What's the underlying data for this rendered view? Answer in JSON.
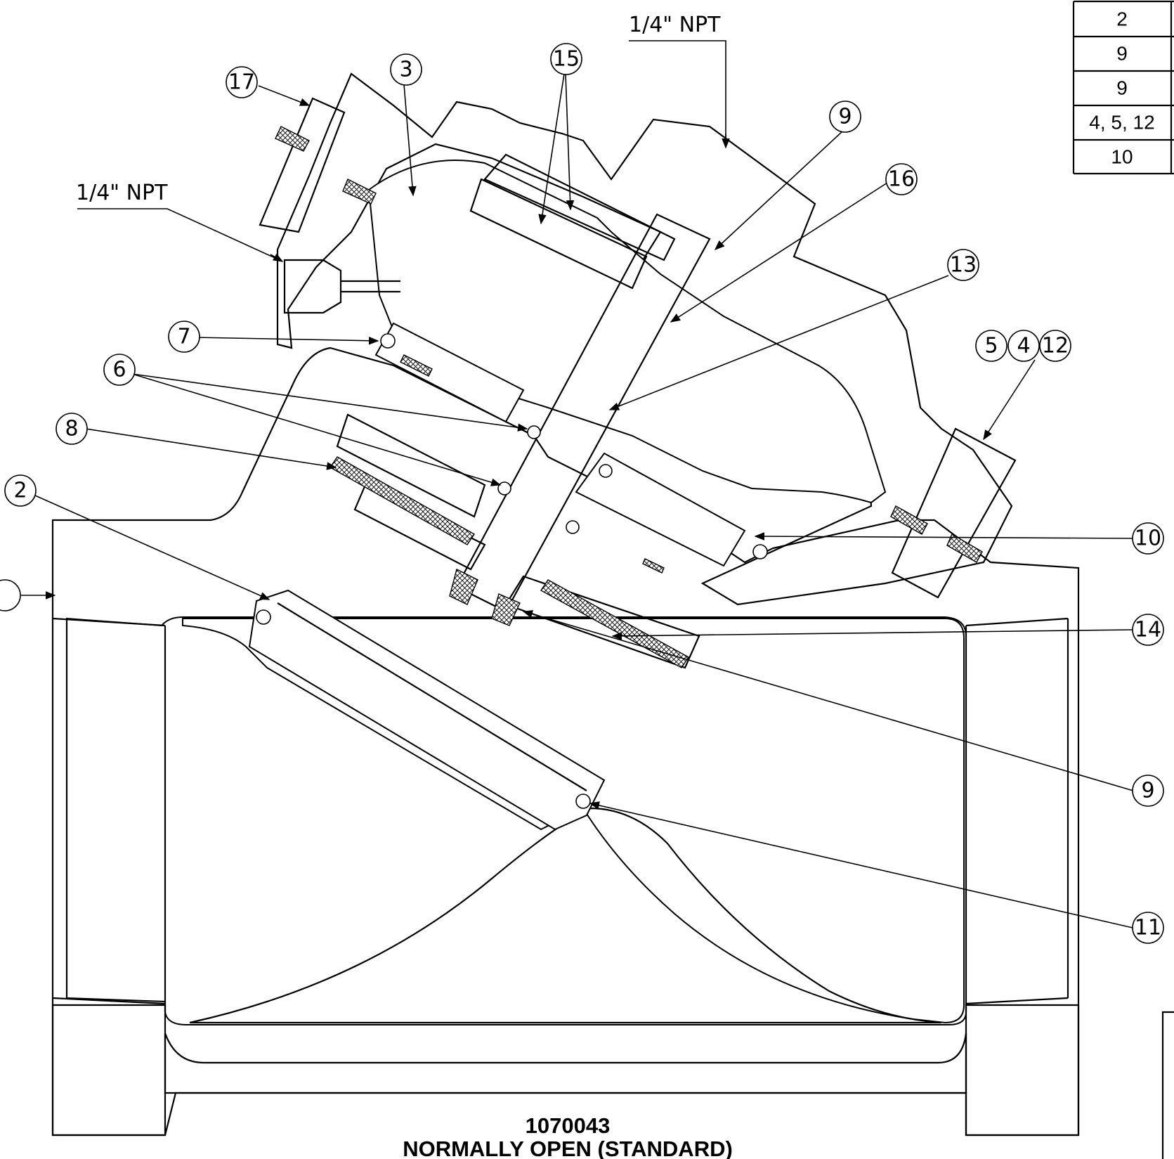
{
  "title": {
    "part_number": "1070043",
    "description": "NORMALLY OPEN (STANDARD)"
  },
  "notes": {
    "npt_top": "1/4\" NPT",
    "npt_left": "1/4\" NPT"
  },
  "balloons": [
    "17",
    "3",
    "15",
    "9",
    "16",
    "13",
    "7",
    "6",
    "8",
    "2",
    "5",
    "4",
    "12",
    "10",
    "14",
    "9",
    "11"
  ],
  "reference_table": [
    "2",
    "9",
    "9",
    "4, 5, 12",
    "10"
  ]
}
